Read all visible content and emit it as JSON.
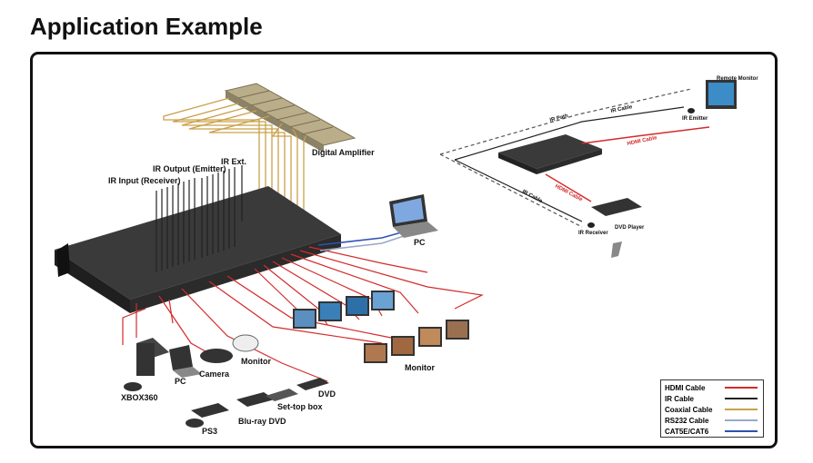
{
  "title": "Application Example",
  "labels": {
    "digital_amplifier": "Digital Amplifier",
    "ir_ext": "IR Ext.",
    "ir_output": "IR Output (Emitter)",
    "ir_input": "IR Input (Receiver)",
    "pc_right": "PC",
    "monitor_top": "Monitor",
    "camera": "Camera",
    "pc_left": "PC",
    "xbox": "XBOX360",
    "dvd": "DVD",
    "settop": "Set-top box",
    "bluray": "Blu-ray DVD",
    "ps3": "PS3",
    "monitor_bottom": "Monitor",
    "remote_monitor": "Remote Monitor",
    "ir_path": "IR Path",
    "ir_cable_top": "IR Cable",
    "ir_emitter": "IR Emitter",
    "hdmi_cable_top": "HDMI Cable",
    "hdmi_cable_mid": "HDMI Cable",
    "ir_cable_left": "IR Cable",
    "dvd_player": "DVD Player",
    "ir_receiver": "IR Receiver"
  },
  "legend": [
    {
      "label": "HDMI Cable",
      "color": "#d42a2a"
    },
    {
      "label": "IR Cable",
      "color": "#222222"
    },
    {
      "label": "Coaxial Cable",
      "color": "#c9a04a"
    },
    {
      "label": "RS232 Cable",
      "color": "#9aa8c8"
    },
    {
      "label": "CAT5E/CAT6",
      "color": "#2d52b0"
    }
  ],
  "colors": {
    "hdmi": "#d42a2a",
    "ir": "#222222",
    "coax": "#c9a04a",
    "rs232": "#9aa8c8",
    "cat": "#2d52b0"
  }
}
